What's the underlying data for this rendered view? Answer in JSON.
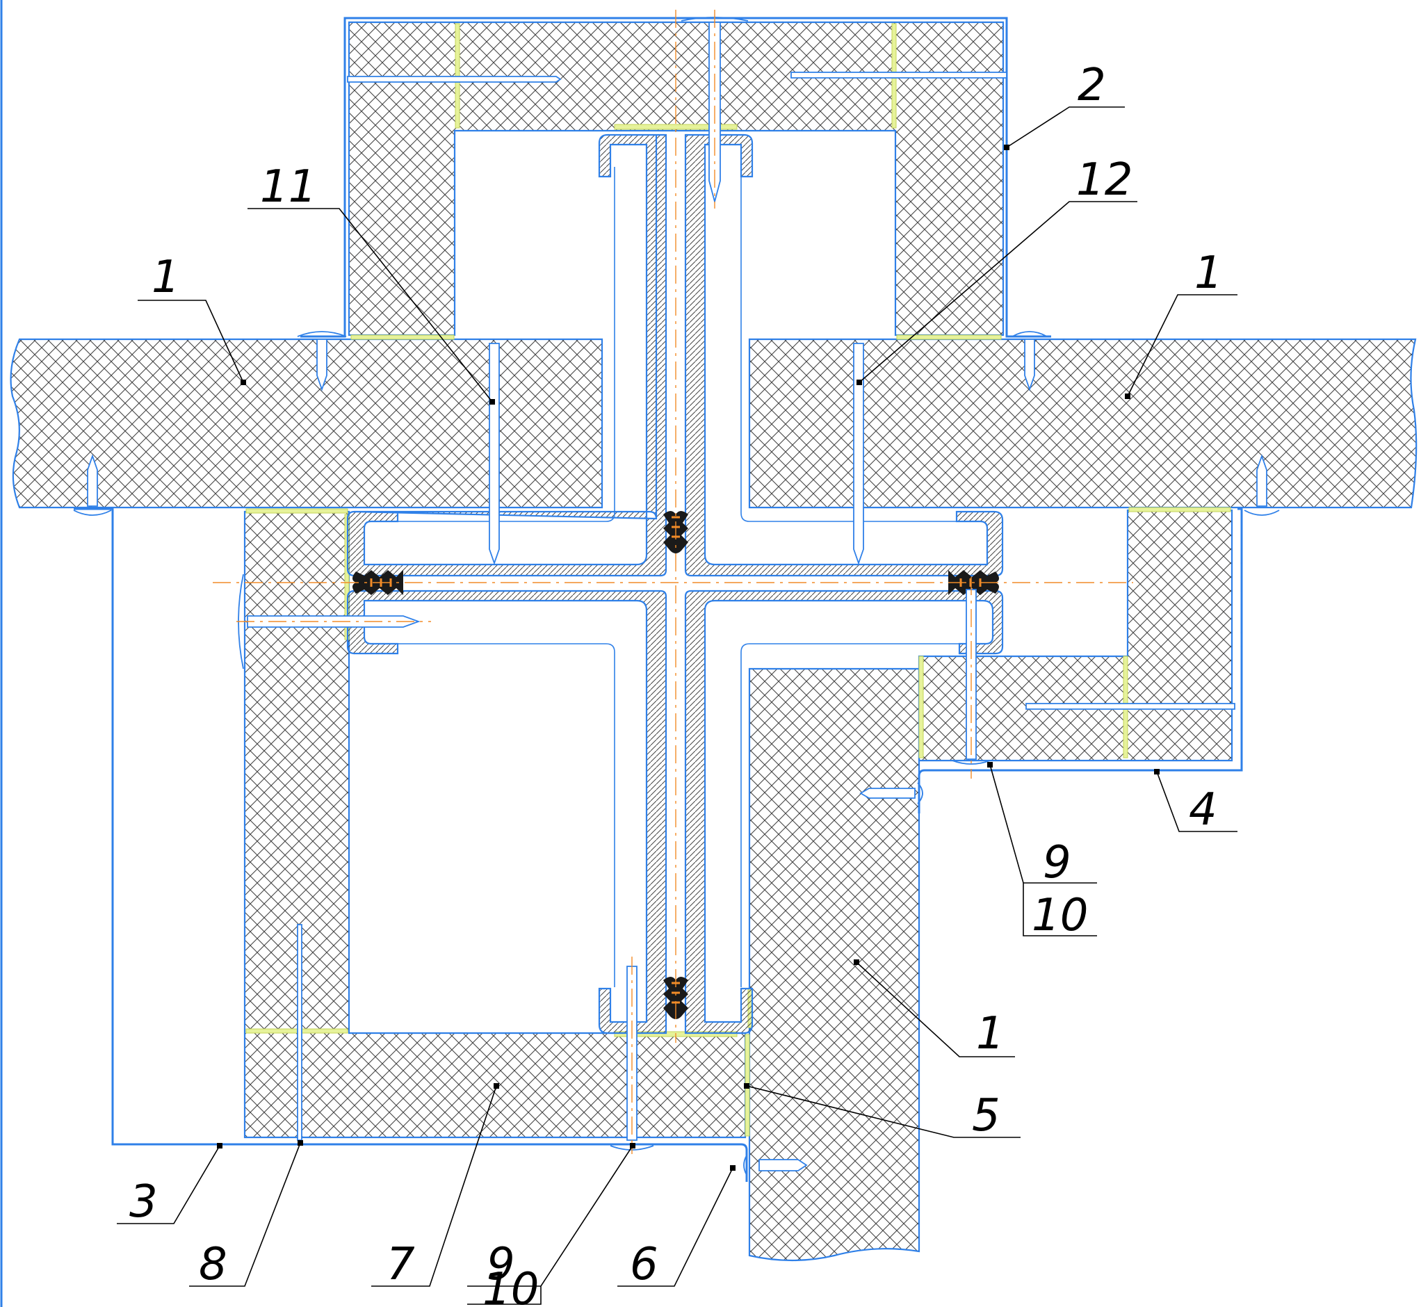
{
  "drawing": {
    "labels": [
      "1",
      "1",
      "1",
      "2",
      "3",
      "4",
      "5",
      "6",
      "7",
      "8",
      "9",
      "10",
      "9",
      "10",
      "11",
      "12"
    ],
    "colors": {
      "outline": "#2f80e8",
      "axis": "#f28c28",
      "tape": "#e6f29a",
      "seal": "#1a1a1a",
      "seal_accent": "#f28c28",
      "leader": "#000000",
      "hatch": "#444444"
    }
  }
}
